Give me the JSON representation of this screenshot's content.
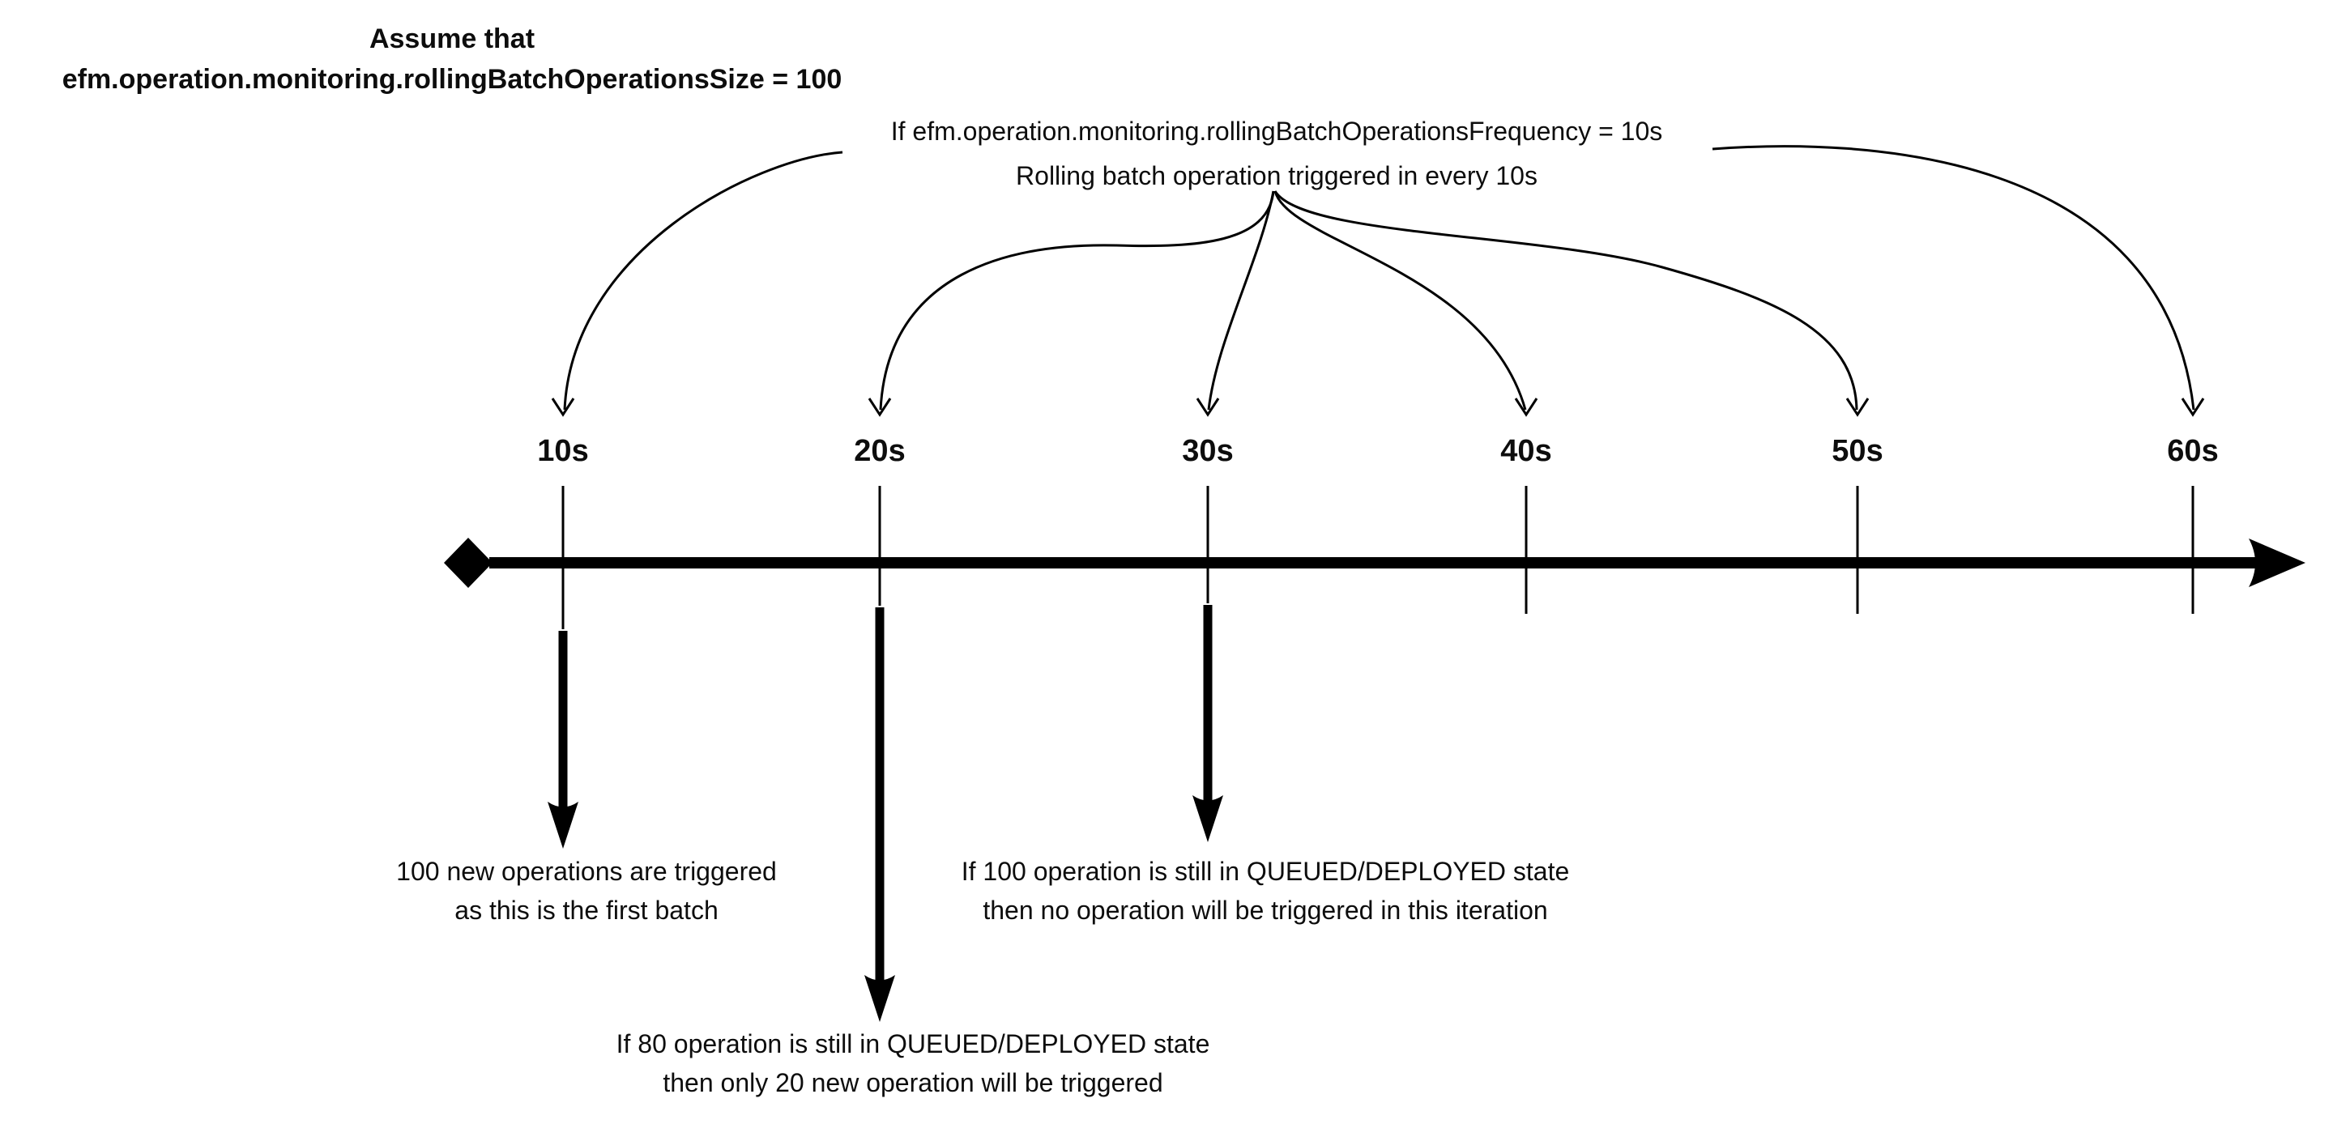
{
  "assumption": {
    "line1": "Assume that",
    "line2": "efm.operation.monitoring.rollingBatchOperationsSize = 100"
  },
  "frequency_note": {
    "line1": "If efm.operation.monitoring.rollingBatchOperationsFrequency = 10s",
    "line2": "Rolling batch operation triggered in every 10s"
  },
  "timeline": {
    "tick_labels": [
      "10s",
      "20s",
      "30s",
      "40s",
      "50s",
      "60s"
    ]
  },
  "captions": {
    "first_batch": {
      "line1": "100 new operations are triggered",
      "line2": "as this is the first batch"
    },
    "second_batch": {
      "line1": "If 80 operation is still in QUEUED/DEPLOYED state",
      "line2": "then only 20 new operation will be triggered"
    },
    "third_batch": {
      "line1": "If 100 operation is still in QUEUED/DEPLOYED state",
      "line2": "then no operation will be triggered in this iteration"
    }
  },
  "colors": {
    "ink": "#000000",
    "background": "#ffffff"
  }
}
